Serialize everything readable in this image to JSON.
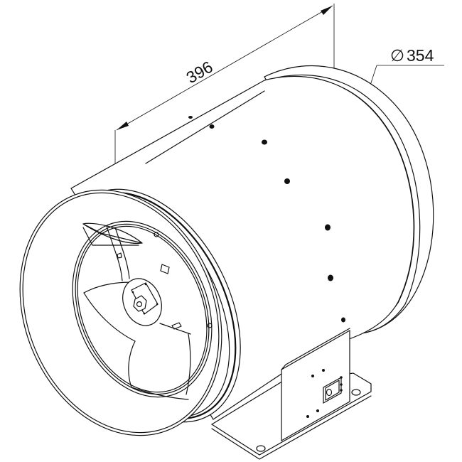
{
  "drawing": {
    "subject": "Inline duct fan (mixed-flow) isometric technical drawing",
    "units": "mm",
    "line_color": "#111111",
    "background": "#ffffff"
  },
  "dimensions": {
    "length": {
      "label": "396",
      "value": 396
    },
    "diameter": {
      "symbol": "∅",
      "label": "354",
      "value": 354
    }
  },
  "components": [
    {
      "id": "inlet-ring",
      "label": "Inlet flange / ring"
    },
    {
      "id": "impeller",
      "label": "Impeller with blades"
    },
    {
      "id": "motor-hub",
      "label": "Motor hub with nut"
    },
    {
      "id": "housing",
      "label": "Cylindrical housing with mounting holes"
    },
    {
      "id": "outlet-collar",
      "label": "Outlet collar"
    },
    {
      "id": "mounting-bracket",
      "label": "Mounting bracket with terminal box plate"
    }
  ]
}
